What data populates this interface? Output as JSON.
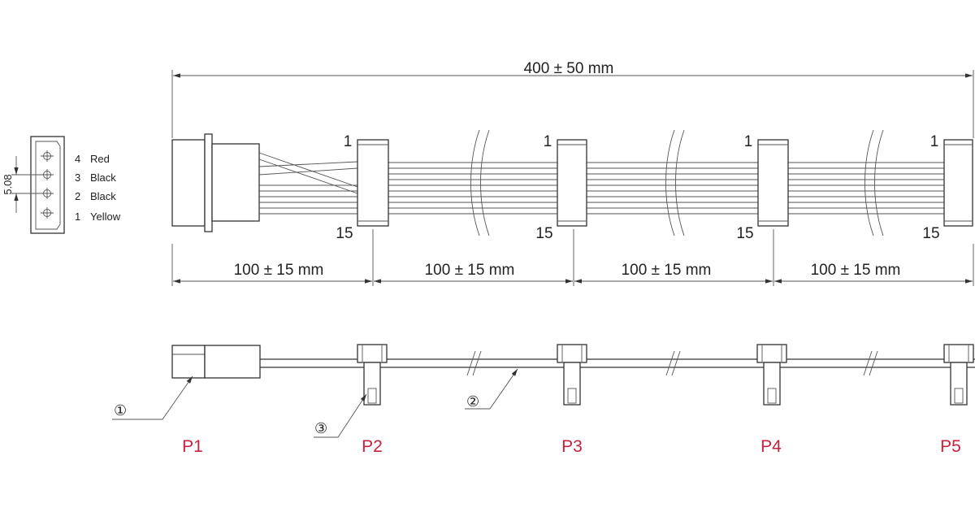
{
  "dimensions": {
    "total_length": "400 ± 50 mm",
    "segments": [
      "100 ± 15 mm",
      "100 ± 15 mm",
      "100 ± 15 mm",
      "100 ± 15 mm"
    ]
  },
  "pinout": {
    "pitch": "5.08",
    "pins": [
      {
        "number": "4",
        "color": "Red"
      },
      {
        "number": "3",
        "color": "Black"
      },
      {
        "number": "2",
        "color": "Black"
      },
      {
        "number": "1",
        "color": "Yellow"
      }
    ]
  },
  "connector_pin_labels": {
    "first": "1",
    "last": "15"
  },
  "callouts": [
    "①",
    "②",
    "③"
  ],
  "plugs": [
    "P1",
    "P2",
    "P3",
    "P4",
    "P5"
  ],
  "colors": {
    "plug_label": "#c4223e",
    "line": "#333333"
  }
}
